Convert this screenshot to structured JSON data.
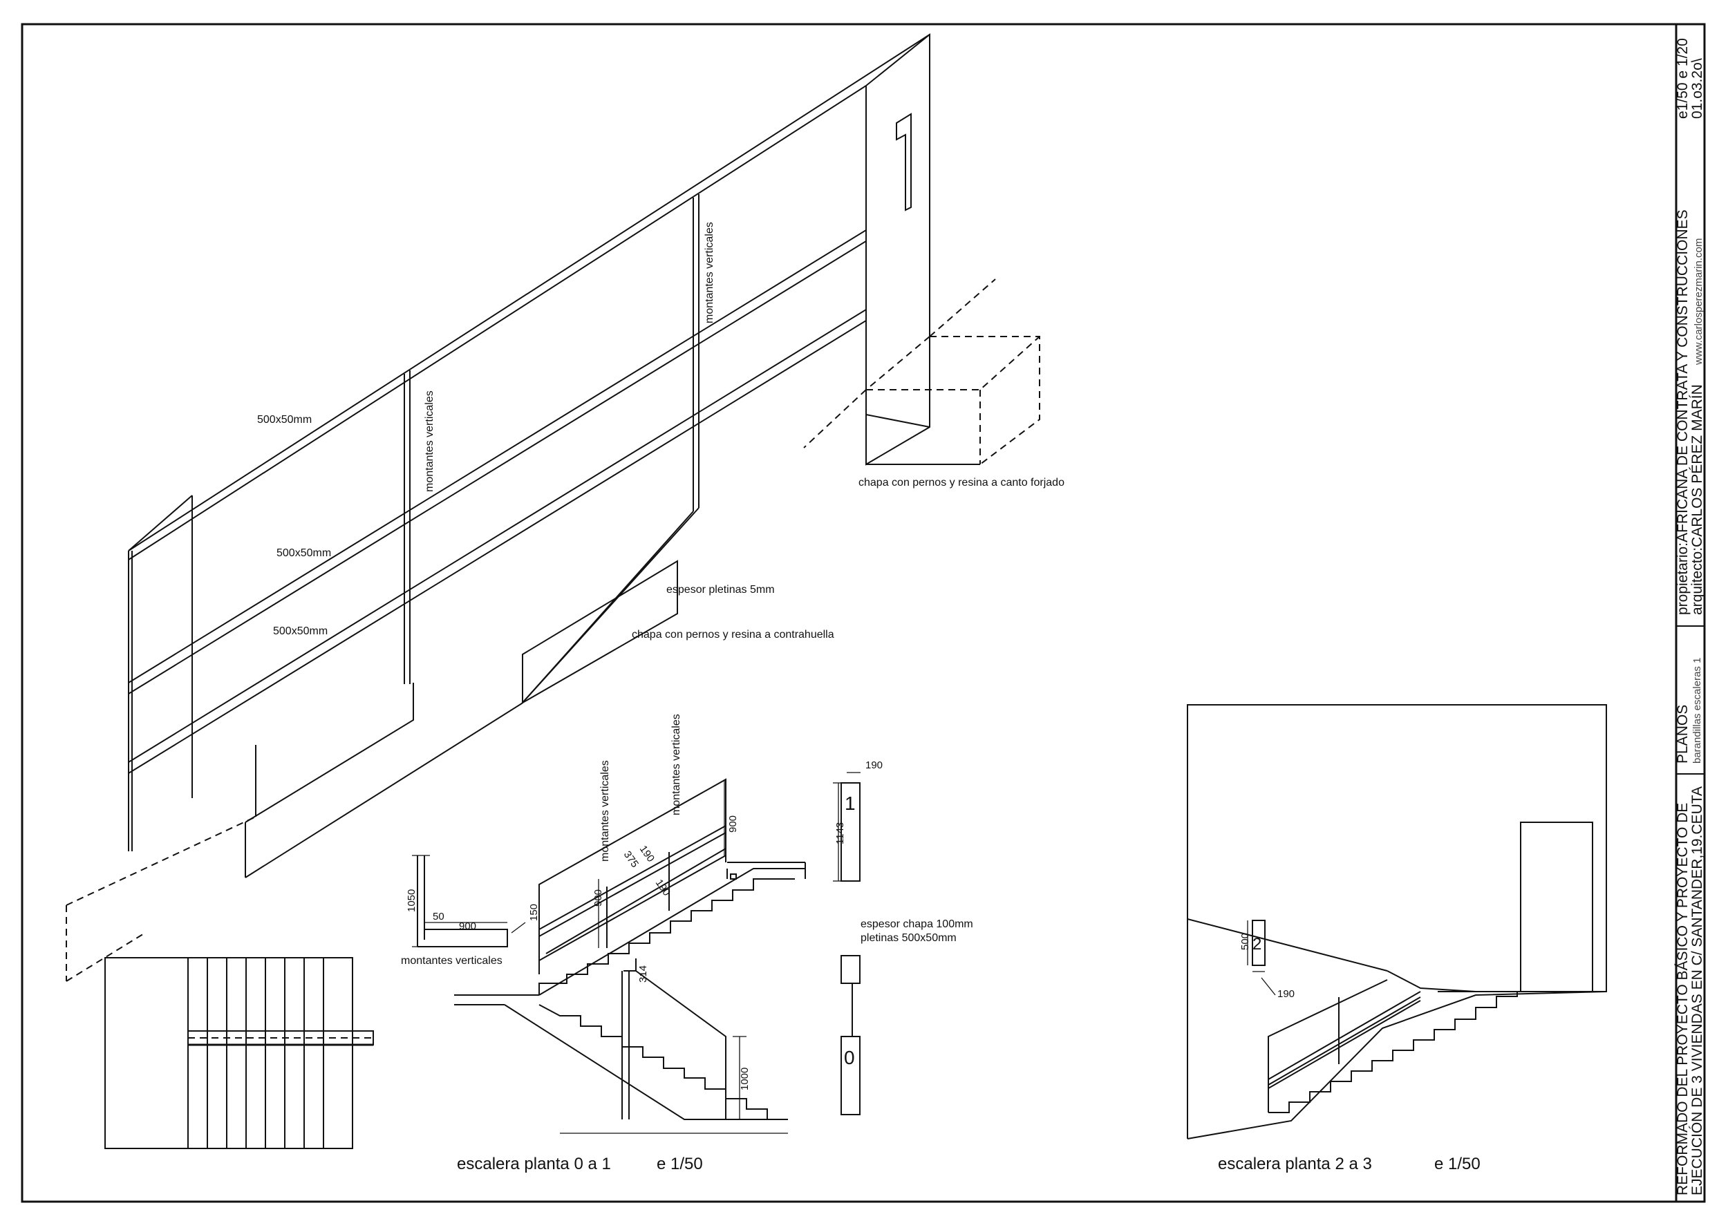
{
  "labels": {
    "size1": "500x50mm",
    "size2": "500x50mm",
    "size3": "500x50mm",
    "montantes": "montantes verticales",
    "chapa_forjado": "chapa con pernos y resina a canto forjado",
    "espesor_pletinas": "espesor pletinas 5mm",
    "chapa_contrahuella": "chapa con pernos y resina a contrahuella",
    "espesor_chapa": "espesor chapa 100mm",
    "pletinas": "pletinas 500x50mm",
    "sign_1": "1",
    "sign_0": "0",
    "sign_2": "2"
  },
  "dimensions": {
    "d1050": "1050",
    "d50": "50",
    "d900": "900",
    "d150": "150",
    "d900b": "900",
    "d375": "375",
    "d190a": "190",
    "d190b": "190",
    "d314": "314",
    "d1000": "1000",
    "d900c": "900",
    "d190c": "190",
    "d1143": "1143",
    "d500": "500",
    "d190d": "190"
  },
  "captions": {
    "stair_0_1": "escalera planta 0 a 1",
    "scale_0_1": "e 1/50",
    "stair_2_3": "escalera planta 2 a 3",
    "scale_2_3": "e 1/50"
  },
  "titleblock": {
    "project_line1": "REFORMADO DEL PROYECTO BÁSICO Y PROYECTO DE",
    "project_line2": "EJECUCIÓN DE 3 VIVIENDAS EN C/ SANTANDER,19.CEUTA",
    "planos": "PLANOS",
    "planos_sub": "barandillas escaleras 1",
    "owner": "propietario:AFRICANA DE CONTRATA Y CONSTRUCCIONES",
    "architect": "arquitecto:CARLOS PÉREZ MARÍN",
    "website": "www.carlosperezmarin.com",
    "scale": "e1/50 e 1/20",
    "date": "01.o3.2o\\"
  }
}
